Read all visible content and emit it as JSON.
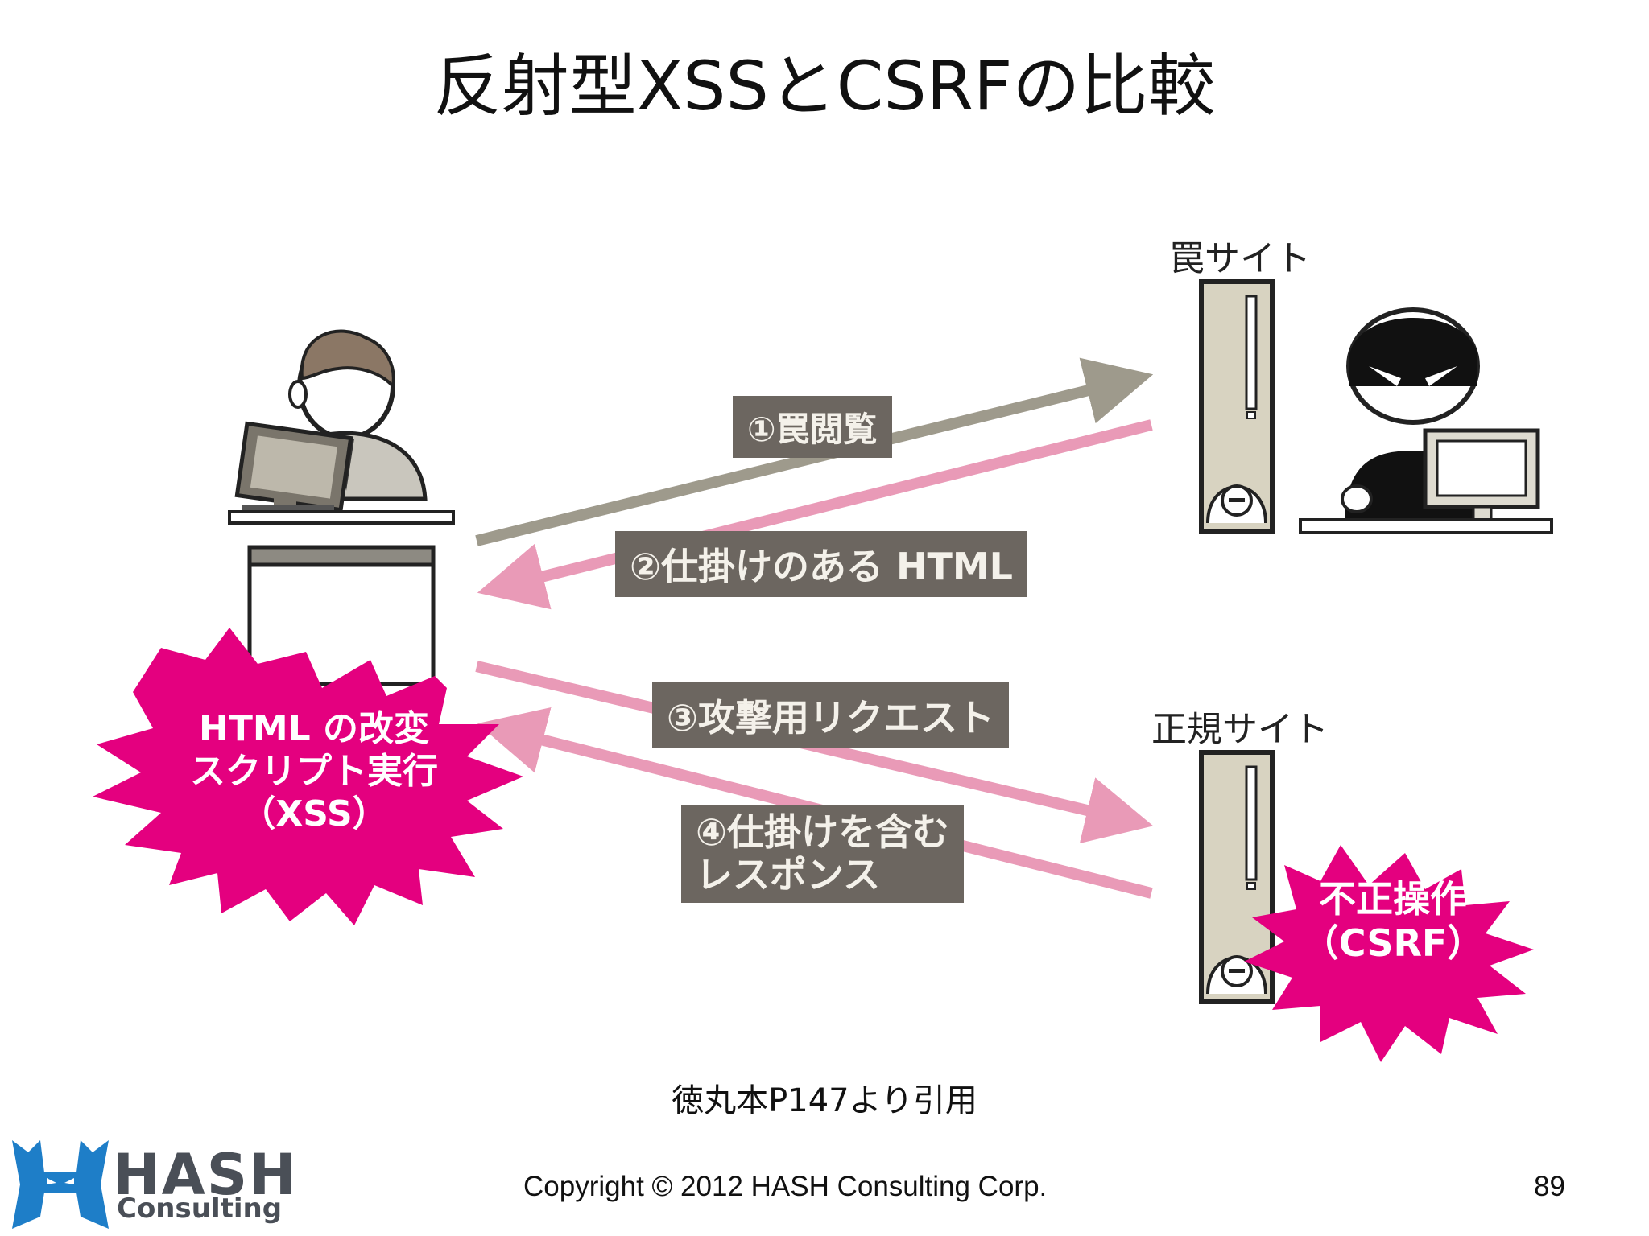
{
  "slide": {
    "title": "反射型XSSとCSRFの比較",
    "citation": "徳丸本P147より引用",
    "copyright": "Copyright © 2012 HASH Consulting Corp.",
    "page_number": "89"
  },
  "logo": {
    "name": "HASH",
    "subtitle": "Consulting"
  },
  "diagram": {
    "trap_site_label": "罠サイト",
    "legit_site_label": "正規サイト",
    "steps": [
      {
        "label": "①罠閲覧"
      },
      {
        "label": "②仕掛けのある HTML"
      },
      {
        "label": "③攻撃用リクエスト"
      },
      {
        "label_line1": "④仕掛けを含む",
        "label_line2": "レスポンス"
      }
    ],
    "xss_burst": {
      "line1": "HTML の改変",
      "line2": "スクリプト実行",
      "line3": "（XSS）"
    },
    "csrf_burst": {
      "line1": "不正操作",
      "line2": "（CSRF）"
    }
  },
  "colors": {
    "arrow_gray": "#9e9a8c",
    "arrow_pink": "#e99ab7",
    "burst_magenta": "#e4007f",
    "label_bg": "#6c6660",
    "server_beige": "#d8d3c1"
  }
}
